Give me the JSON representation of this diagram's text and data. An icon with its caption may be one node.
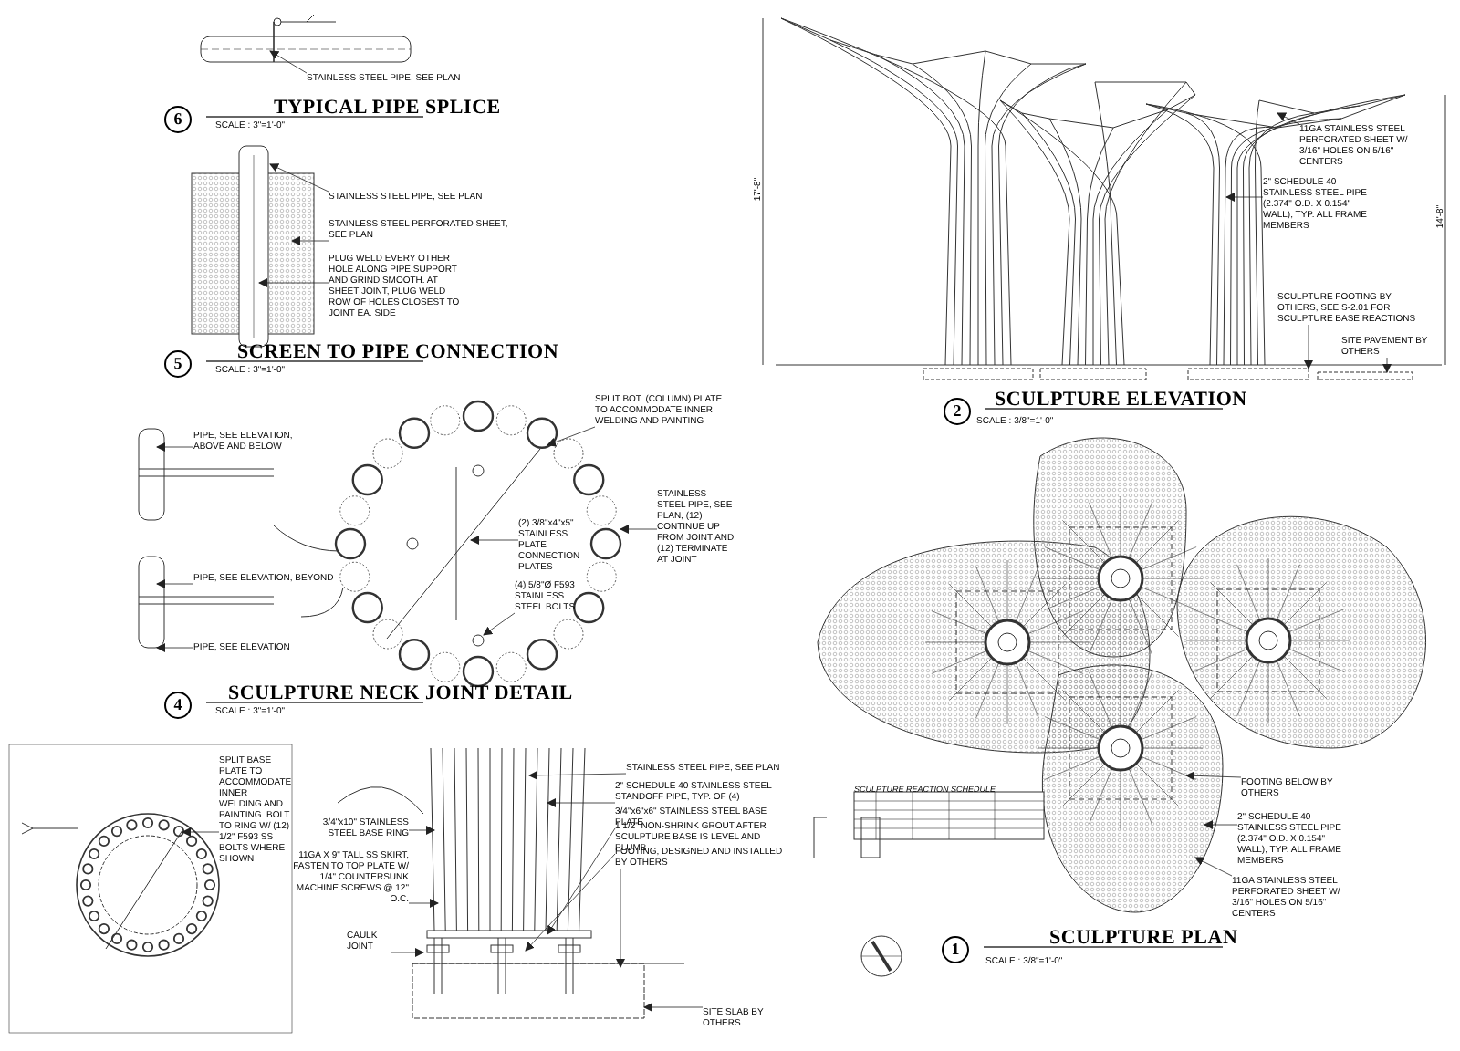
{
  "diagram": {
    "nodes": [
      {
        "text": [
          "STAINLESS STEEL PIPE, SEE PLAN"
        ]
      },
      {
        "text": [
          "STAINLESS STEEL PIPE, SEE PLAN"
        ]
      },
      {
        "text": [
          "STAINLESS STEEL PERFORATED SHEET, SEE PLAN"
        ]
      },
      {
        "text": [
          "PLUG WELD EVERY OTHER HOLE ALONG PIPE SUPPORT AND GRIND SMOOTH. AT SHEET JOINT, PLUG WELD ROW OF HOLES CLOSEST TO JOINT EA. SIDE"
        ]
      },
      {
        "text": [
          "11GA STAINLESS STEEL PERFORATED SHEET W/ 3/16\" HOLES ON 5/16\" CENTERS"
        ]
      },
      {
        "text": [
          "2\" SCHEDULE 40 STAINLESS STEEL PIPE (2.374\" O.D. X 0.154\" WALL), TYP. ALL FRAME MEMBERS"
        ]
      },
      {
        "text": [
          "SCULPTURE FOOTING BY OTHERS, SEE S-2.01 FOR SCULPTURE BASE REACTIONS"
        ]
      },
      {
        "text": [
          "SITE PAVEMENT BY OTHERS"
        ]
      },
      {
        "text": [
          "PIPE, SEE ELEVATION, ABOVE AND BELOW"
        ]
      },
      {
        "text": [
          "PIPE, SEE ELEVATION, BEYOND"
        ]
      },
      {
        "text": [
          "PIPE, SEE ELEVATION"
        ]
      },
      {
        "text": [
          "SPLIT BOT. (COLUMN) PLATE TO ACCOMMODATE INNER WELDING AND PAINTING"
        ]
      },
      {
        "text": [
          "STAINLESS STEEL PIPE, SEE PLAN, (12) CONTINUE UP FROM JOINT AND (12) TERMINATE AT JOINT"
        ]
      },
      {
        "text": [
          "(2) 3/8\"x4\"x5\" STAINLESS PLATE CONNECTION PLATES"
        ]
      },
      {
        "text": [
          "(4) 5/8\"Ø F593 STAINLESS STEEL BOLTS"
        ]
      },
      {
        "text": [
          "FOOTING BELOW BY OTHERS"
        ]
      },
      {
        "text": [
          "2\" SCHEDULE 40 STAINLESS STEEL PIPE (2.374\" O.D. X 0.154\" WALL), TYP. ALL FRAME MEMBERS"
        ]
      },
      {
        "text": [
          "11GA STAINLESS STEEL PERFORATED SHEET W/ 3/16\" HOLES ON 5/16\" CENTERS"
        ]
      },
      {
        "text": [
          "SPLIT BASE PLATE TO ACCOMMODATE INNER WELDING AND PAINTING. BOLT TO RING W/ (12) 1/2\" F593 SS BOLTS WHERE SHOWN"
        ]
      },
      {
        "text": [
          "STAINLESS STEEL PIPE, SEE PLAN"
        ]
      },
      {
        "text": [
          "2\" SCHEDULE 40 STAINLESS STEEL STANDOFF PIPE, TYP. OF (4)"
        ]
      },
      {
        "text": [
          "3/4\"x6\"x6\" STAINLESS STEEL BASE PLATE"
        ]
      },
      {
        "text": [
          "1 1/2\" NON-SHRINK GROUT AFTER SCULPTURE BASE IS LEVEL AND PLUMB"
        ]
      },
      {
        "text": [
          "FOOTING, DESIGNED AND INSTALLED BY OTHERS"
        ]
      },
      {
        "text": [
          "SITE SLAB BY OTHERS"
        ]
      },
      {
        "text": [
          "3/4\"x10\" STAINLESS STEEL BASE RING"
        ]
      },
      {
        "text": [
          "11GA X 9\" TALL SS SKIRT, FASTEN TO TOP PLATE W/ 1/4\" COUNTERSUNK MACHINE SCREWS @ 12\" O.C."
        ]
      },
      {
        "text": [
          "CAULK JOINT"
        ]
      },
      {
        "text": [],
        "shape": "box"
      },
      {
        "text": [],
        "shape": "bar"
      },
      {
        "text": [],
        "shape": "circle"
      }
    ],
    "edges": [
      {
        "from": 0,
        "to": null,
        "arrow": "to"
      },
      {
        "from": 1,
        "to": null,
        "arrow": "to"
      },
      {
        "from": 2,
        "to": null,
        "arrow": "to"
      },
      {
        "from": 3,
        "to": null,
        "arrow": "to"
      },
      {
        "from": 4,
        "to": null,
        "arrow": "to"
      },
      {
        "from": 5,
        "to": null,
        "arrow": "to"
      },
      {
        "from": 6,
        "to": 28,
        "arrow": "to"
      },
      {
        "from": 7,
        "to": 29,
        "arrow": "to"
      },
      {
        "from": 8,
        "to": null,
        "arrow": "to"
      },
      {
        "from": 9,
        "to": null,
        "arrow": "to"
      },
      {
        "from": 10,
        "to": null,
        "arrow": "to"
      },
      {
        "from": 11,
        "to": null,
        "arrow": "to"
      },
      {
        "from": 12,
        "to": 30,
        "arrow": "to"
      },
      {
        "from": 13,
        "to": null,
        "arrow": "to"
      },
      {
        "from": 14,
        "to": null,
        "arrow": "to"
      },
      {
        "from": 15,
        "to": null,
        "arrow": "to"
      },
      {
        "from": 16,
        "to": null,
        "arrow": "to"
      },
      {
        "from": 17,
        "to": null,
        "arrow": "to"
      },
      {
        "from": 18,
        "to": null,
        "arrow": "to"
      },
      {
        "from": 19,
        "to": null,
        "arrow": "to"
      },
      {
        "from": 20,
        "to": null,
        "arrow": "to"
      },
      {
        "from": 21,
        "to": null,
        "arrow": "to"
      },
      {
        "from": 22,
        "to": null,
        "arrow": "to"
      },
      {
        "from": 23,
        "to": null,
        "arrow": "to"
      },
      {
        "from": 24,
        "to": null,
        "arrow": "to"
      },
      {
        "from": 25,
        "to": null,
        "arrow": "to"
      },
      {
        "from": 26,
        "to": null,
        "arrow": "to"
      },
      {
        "from": 27,
        "to": null,
        "arrow": "to"
      }
    ],
    "labels": [
      "6",
      "TYPICAL PIPE SPLICE",
      "SCALE : 3\"=1'-0\"",
      "5",
      "SCREEN TO PIPE CONNECTION",
      "SCALE : 3\"=1'-0\"",
      "4",
      "SCULPTURE NECK JOINT DETAIL",
      "SCALE : 3\"=1'-0\"",
      "17'-8\"",
      "14'-8\"",
      "2",
      "SCULPTURE ELEVATION",
      "SCALE : 3/8\"=1'-0\"",
      "SCULPTURE REACTION SCHEDULE",
      "1",
      "SCULPTURE PLAN",
      "SCALE : 3/8\"=1'-0\""
    ]
  }
}
